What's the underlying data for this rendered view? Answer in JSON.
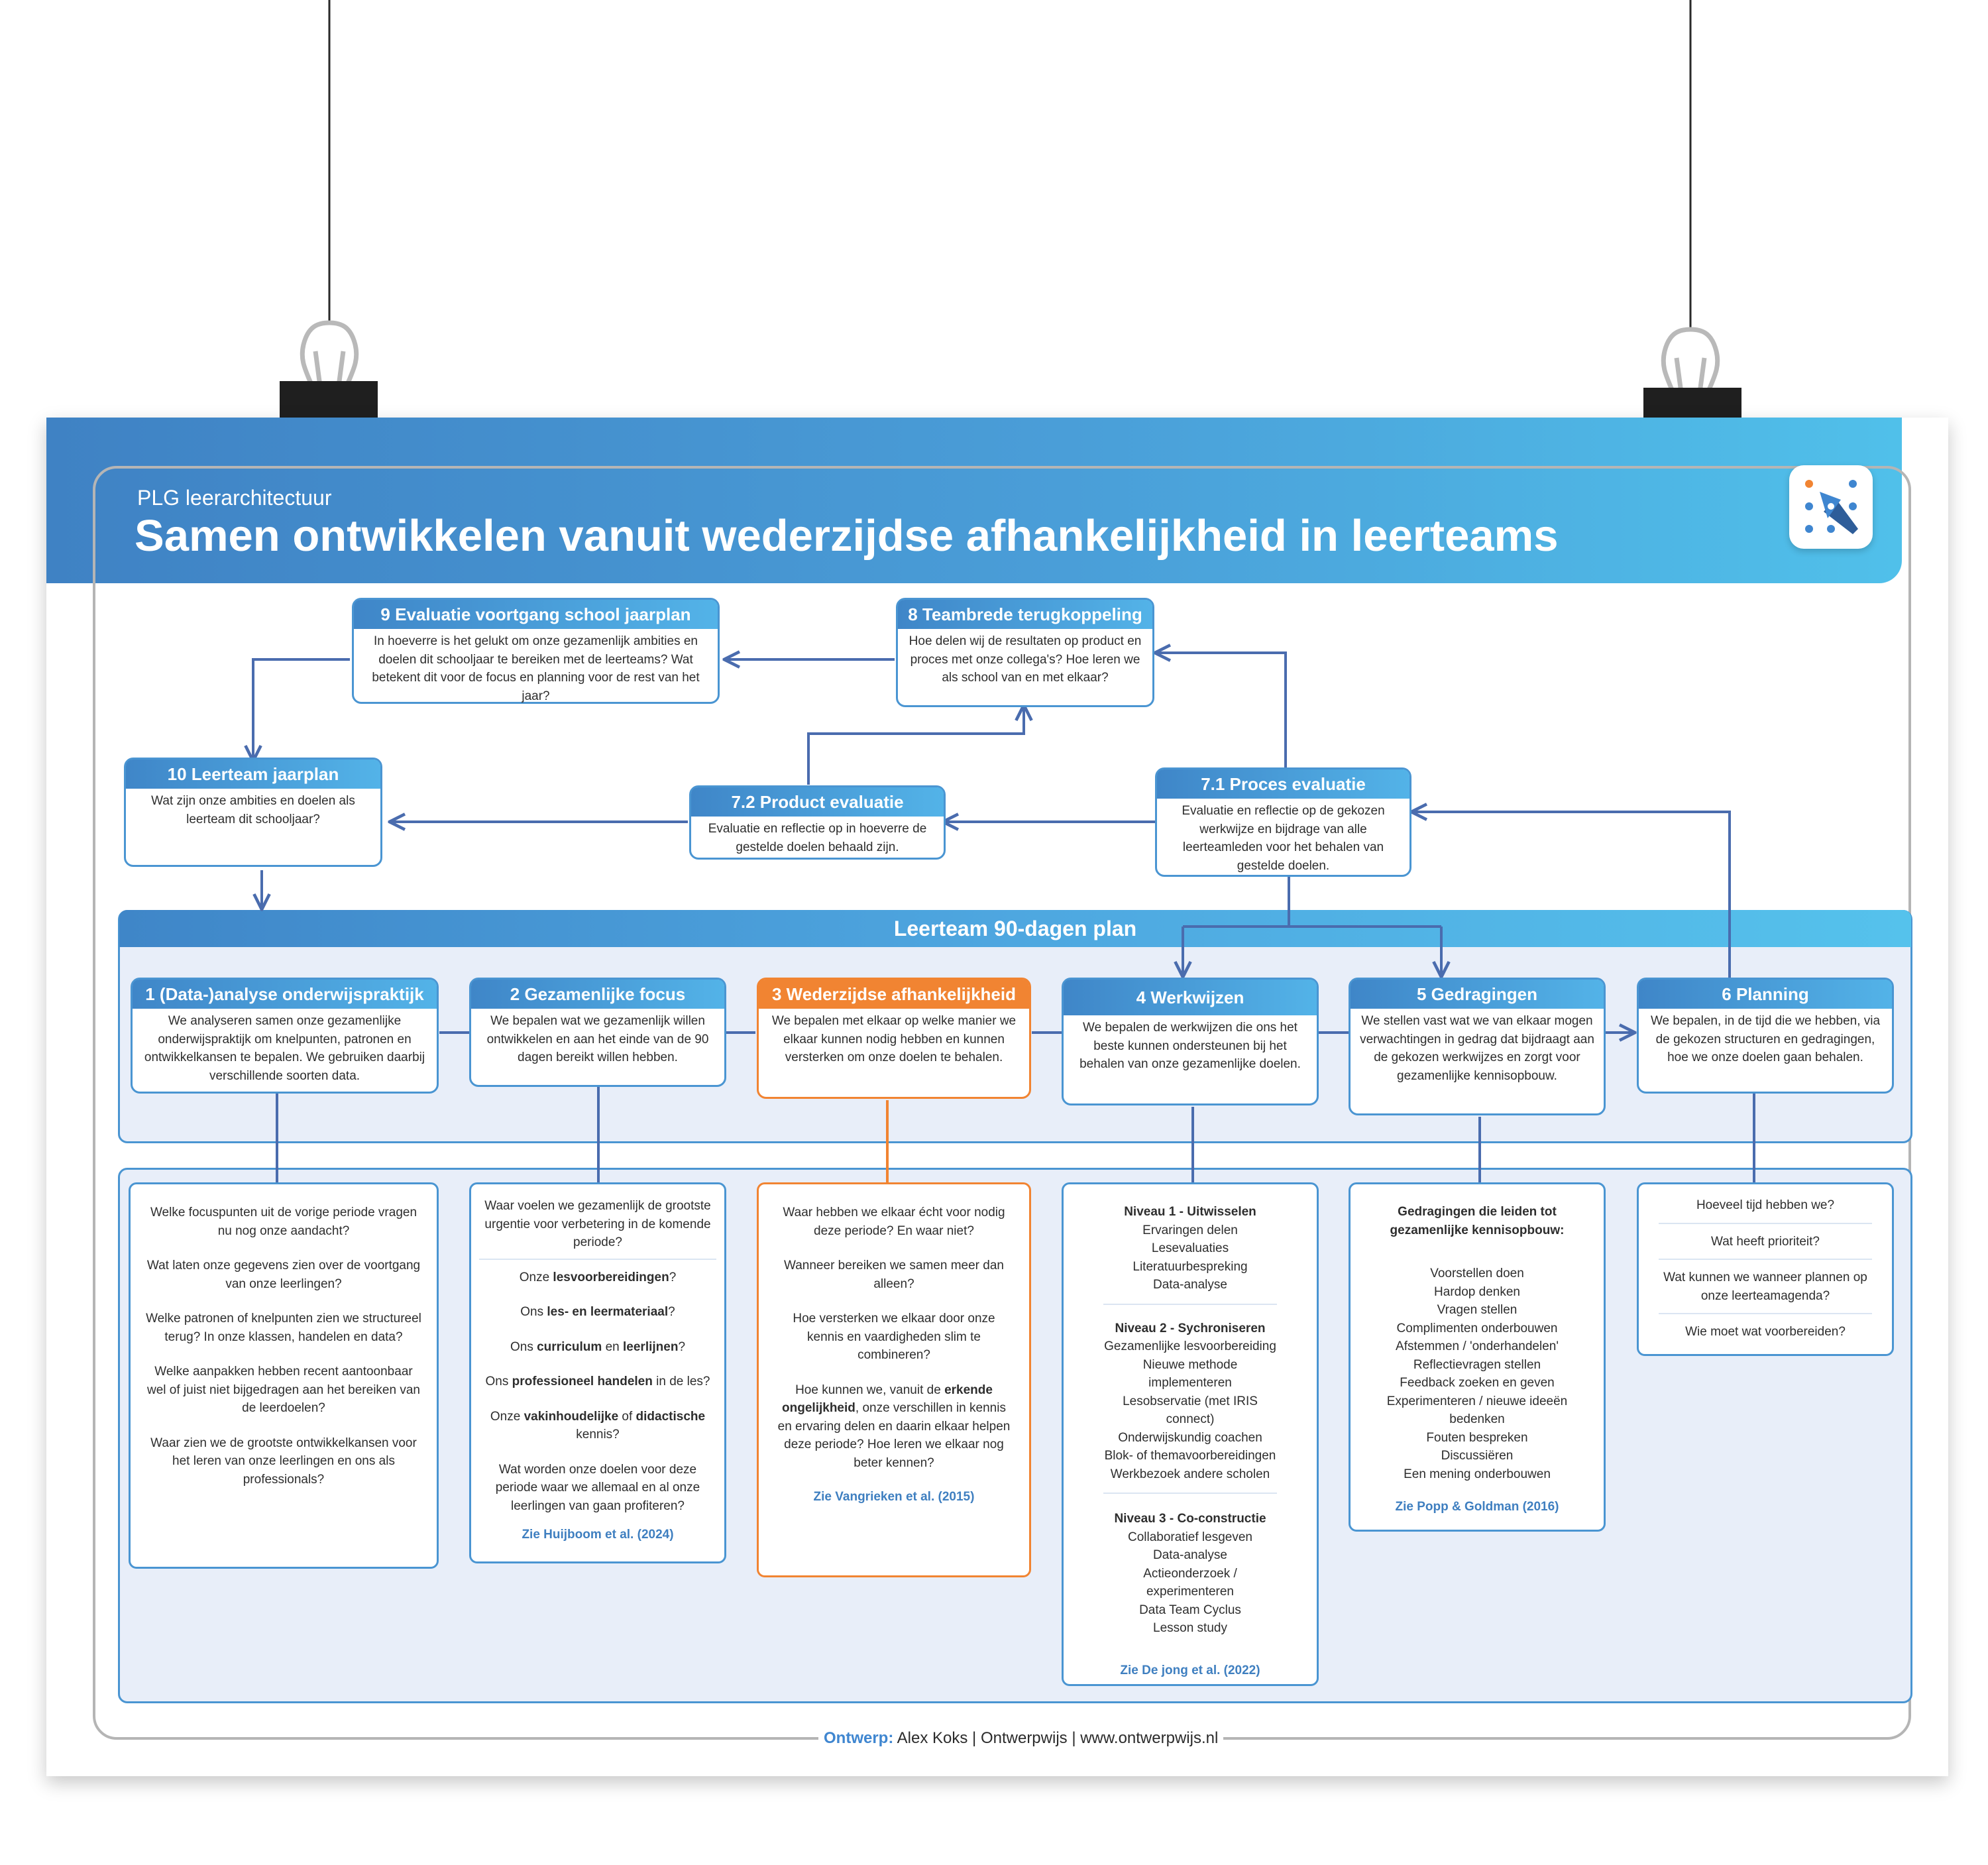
{
  "header": {
    "subtitle": "PLG leerarchitectuur",
    "title": "Samen ontwikkelen vanuit wederzijdse afhankelijkheid in leerteams"
  },
  "logo": {
    "icon": "pen-nib-icon"
  },
  "cycle": {
    "b9": {
      "title": "9 Evaluatie voortgang school jaarplan",
      "text": "In hoeverre is het gelukt om onze gezamenlijk ambities en doelen dit schooljaar te bereiken met de leerteams? Wat betekent dit voor de focus en planning voor de rest van het jaar?"
    },
    "b8": {
      "title": "8 Teambrede terugkoppeling",
      "text": "Hoe delen wij de resultaten op product en proces met onze collega's? Hoe leren we als school van en met elkaar?"
    },
    "b10": {
      "title": "10 Leerteam jaarplan",
      "text": "Wat zijn onze ambities en doelen als leerteam dit schooljaar?"
    },
    "b72": {
      "title": "7.2 Product evaluatie",
      "text": "Evaluatie en reflectie op in hoeverre de gestelde doelen behaald zijn."
    },
    "b71": {
      "title": "7.1 Proces evaluatie",
      "text": "Evaluatie en reflectie op de gekozen werkwijze en bijdrage van alle leerteamleden voor het behalen van gestelde doelen."
    }
  },
  "plan": {
    "title": "Leerteam 90-dagen plan",
    "steps": [
      {
        "title": "1 (Data-)analyse onderwijspraktijk",
        "text": "We analyseren samen onze gezamenlijke onderwijspraktijk om knelpunten, patronen en ontwikkelkansen te bepalen. We gebruiken daarbij verschillende soorten data."
      },
      {
        "title": "2 Gezamenlijke focus",
        "text": "We bepalen wat we gezamenlijk willen ontwikkelen en aan het einde van de 90 dagen bereikt willen hebben."
      },
      {
        "title": "3 Wederzijdse afhankelijkheid",
        "text": "We bepalen met elkaar op welke manier we elkaar kunnen nodig hebben en kunnen versterken om onze doelen te behalen."
      },
      {
        "title": "4 Werkwijzen",
        "text": "We bepalen de werkwijzen die ons het beste kunnen ondersteunen bij het behalen van onze gezamenlijke doelen."
      },
      {
        "title": "5 Gedragingen",
        "text": "We stellen vast wat we van elkaar mogen verwachtingen in gedrag dat bijdraagt aan de gekozen werkwijzes en zorgt voor gezamenlijke kennisopbouw."
      },
      {
        "title": "6 Planning",
        "text": "We bepalen, in de tijd die we hebben, via de gekozen structuren en gedragingen, hoe we onze doelen gaan behalen."
      }
    ]
  },
  "questions": {
    "q1": [
      "Welke focuspunten uit de vorige periode vragen nu nog onze aandacht?",
      "Wat laten onze gegevens zien over de voortgang van onze leerlingen?",
      "Welke patronen of knelpunten zien we structureel terug? In onze klassen, handelen en data?",
      "Welke aanpakken hebben recent aantoonbaar wel of juist niet bijgedragen aan het bereiken van de leerdoelen?",
      "Waar zien we de grootste ontwikkelkansen voor het leren van onze leerlingen en ons als professionals?"
    ],
    "q2": {
      "intro": "Waar voelen we gezamenlijk de grootste urgentie voor verbetering in de komende periode?",
      "items": [
        {
          "pre": "Onze ",
          "b1": "lesvoorbereidingen",
          "mid": "",
          "b2": "",
          "post": "?"
        },
        {
          "pre": "Ons ",
          "b1": "les- en leermateriaal",
          "mid": "",
          "b2": "",
          "post": "?"
        },
        {
          "pre": "Ons ",
          "b1": "curriculum",
          "mid": " en ",
          "b2": "leerlijnen",
          "post": "?"
        },
        {
          "pre": "Ons ",
          "b1": "professioneel handelen",
          "mid": "",
          "b2": "",
          "post": " in de les?"
        },
        {
          "pre": "Onze ",
          "b1": "vakinhoudelijke",
          "mid": " of ",
          "b2": "didactische",
          "post": " kennis?"
        }
      ],
      "closing": "Wat worden onze doelen voor deze periode waar we allemaal en al onze leerlingen van gaan profiteren?",
      "reference": "Zie Huijboom et al. (2024)"
    },
    "q3": {
      "items": [
        "Waar hebben we elkaar écht voor nodig deze periode? En waar niet?",
        "Wanneer bereiken we samen meer dan alleen?",
        "Hoe versterken we elkaar door onze kennis en vaardigheden slim te combineren?"
      ],
      "last": {
        "pre": "Hoe kunnen we, vanuit de ",
        "b": "erkende ongelijkheid",
        "post": ", onze verschillen in kennis en ervaring delen en daarin elkaar helpen deze periode? Hoe leren we elkaar nog beter kennen?"
      },
      "reference": "Zie Vangrieken et al. (2015)"
    },
    "q4": {
      "levels": [
        {
          "title": "Niveau 1 - Uitwisselen",
          "items": [
            "Ervaringen delen",
            "Lesevaluaties",
            "Literatuurbespreking",
            "Data-analyse"
          ]
        },
        {
          "title": "Niveau 2 - Sychroniseren",
          "items": [
            "Gezamenlijke lesvoorbereiding",
            "Nieuwe methode implementeren",
            "Lesobservatie (met IRIS connect)",
            "Onderwijskundig coachen",
            "Blok- of themavoorbereidingen",
            "Werkbezoek andere scholen"
          ]
        },
        {
          "title": "Niveau 3 - Co-constructie",
          "items": [
            "Collaboratief lesgeven",
            "Data-analyse",
            "Actieonderzoek / experimenteren",
            "Data Team Cyclus",
            "Lesson study"
          ]
        }
      ],
      "reference": "Zie De jong et al. (2022)"
    },
    "q5": {
      "title": "Gedragingen die leiden tot gezamenlijke kennisopbouw:",
      "items": [
        "Voorstellen doen",
        "Hardop denken",
        "Vragen stellen",
        "Complimenten onderbouwen",
        "Afstemmen / 'onderhandelen'",
        "Reflectievragen stellen",
        "Feedback zoeken en geven",
        "Experimenteren / nieuwe ideeën bedenken",
        "Fouten bespreken",
        "Discussiëren",
        "Een mening onderbouwen"
      ],
      "reference": "Zie Popp & Goldman (2016)"
    },
    "q6": [
      "Hoeveel tijd hebben we?",
      "Wat heeft prioriteit?",
      "Wat kunnen we wanneer plannen op onze leerteamagenda?",
      "Wie moet wat voorbereiden?"
    ]
  },
  "footer": {
    "label": "Ontwerp:",
    "text": "Alex Koks | Ontwerpwijs | www.ontwerpwijs.nl"
  },
  "colors": {
    "blue": "#4a95d2",
    "orange": "#f18432",
    "panel": "#e8eef9",
    "arrow": "#4a6cae"
  }
}
